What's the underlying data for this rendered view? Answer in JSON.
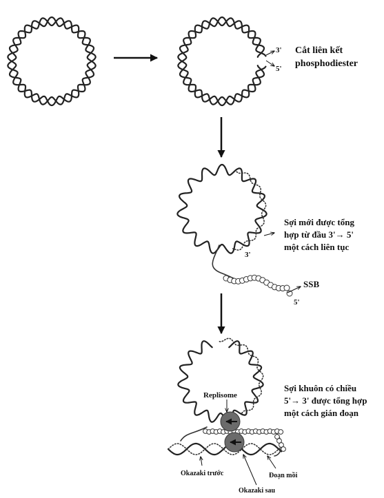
{
  "labels": {
    "cut_bond_line1": "Cắt liên kết",
    "cut_bond_line2": "phosphodiester",
    "end_3prime": "3'",
    "end_5prime": "5'",
    "new_strand_line1": "Sợi mới được tổng",
    "new_strand_line2": "hợp từ đầu 3'→ 5'",
    "new_strand_line3": "một cách liên tục",
    "ssb": "SSB",
    "template_line1": "Sợi khuôn có chiều",
    "template_line2": "5'→ 3' được tổng hợp",
    "template_line3": "một cách gián đoạn",
    "replisome": "Replisome",
    "okazaki_before": "Okazaki trước",
    "primer": "Đoạn mồi",
    "okazaki_after": "Okazaki sau"
  },
  "icons": {
    "step_arrow": "right-arrow-icon",
    "down_arrow": "down-arrow-icon",
    "replisome_arrow": "left-arrow-icon"
  },
  "colors": {
    "stroke": "#222222",
    "replisome_fill": "#6b6b6b",
    "ssb_fill": "#ffffff"
  }
}
